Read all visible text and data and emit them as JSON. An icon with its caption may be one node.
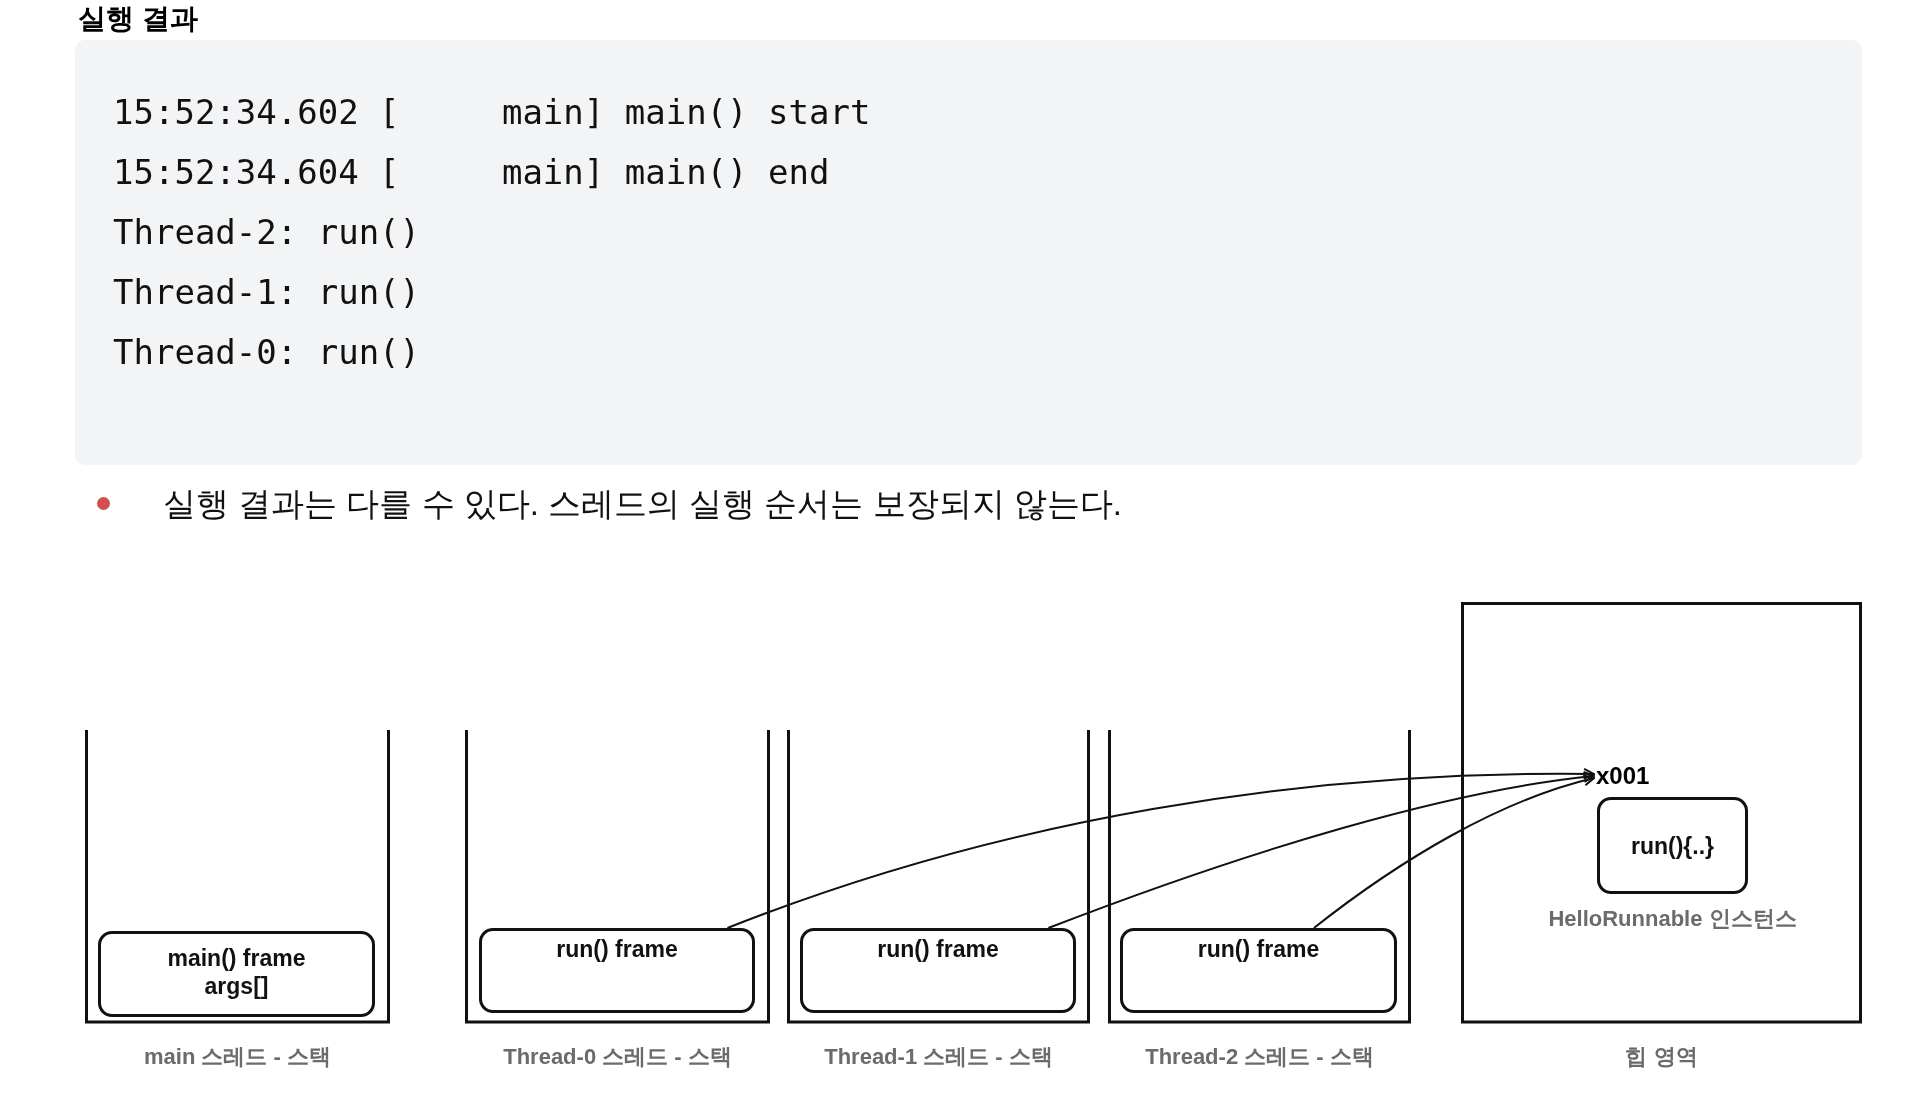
{
  "diagram": {
    "title": "실행 결과",
    "nodes": [
      {
        "text": [
          "main 스레드 - 스택"
        ]
      },
      {
        "text": [
          "main() frame",
          "args[]"
        ],
        "in": 0
      },
      {
        "text": [
          "Thread-0 스레드 - 스택"
        ]
      },
      {
        "text": [
          "run() frame"
        ],
        "in": 2
      },
      {
        "text": [
          "Thread-1 스레드 - 스택"
        ]
      },
      {
        "text": [
          "run() frame"
        ],
        "in": 4
      },
      {
        "text": [
          "Thread-2 스레드 - 스택"
        ]
      },
      {
        "text": [
          "run() frame"
        ],
        "in": 6
      },
      {
        "text": [
          "힙 영역"
        ]
      },
      {
        "text": [
          "x001"
        ],
        "in": 8
      },
      {
        "text": [
          "run(){..}"
        ],
        "beside": [
          "HelloRunnable 인스턴스"
        ],
        "in": 8
      }
    ],
    "edges": [
      {
        "from": 3,
        "to": 9,
        "arrow": "to"
      },
      {
        "from": 5,
        "to": 9,
        "arrow": "to"
      },
      {
        "from": 7,
        "to": 9,
        "arrow": "to"
      }
    ],
    "labels": [
      "15:52:34.602 [     main] main() start",
      "15:52:34.604 [     main] main() end",
      "Thread-2: run()",
      "Thread-1: run()",
      "Thread-0: run()",
      "실행 결과는 다를 수 있다. 스레드의 실행 순서는 보장되지 않는다."
    ]
  }
}
